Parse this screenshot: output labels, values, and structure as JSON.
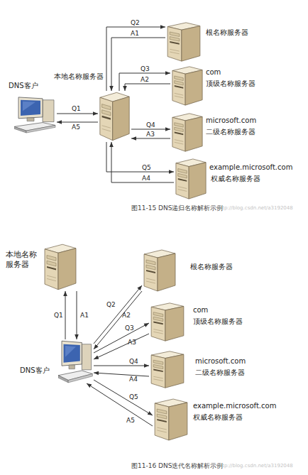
{
  "diagram": {
    "nodes": [
      {
        "text": [
          "DNS客户"
        ]
      },
      {
        "text": [
          "本地名称服务器"
        ]
      },
      {
        "text": [
          "根名称服务器"
        ]
      },
      {
        "text": [
          "com",
          "顶级名称服务器"
        ]
      },
      {
        "text": [
          "microsoft.com",
          "二级名称服务器"
        ]
      },
      {
        "text": [
          "example.microsoft.com",
          "权威名称服务器"
        ]
      },
      {
        "text": [
          "本地名称 服务器"
        ]
      },
      {
        "text": [
          "DNS客户"
        ]
      },
      {
        "text": [
          "根名称服务器"
        ]
      },
      {
        "text": [
          "com",
          "顶级名称服务器"
        ]
      },
      {
        "text": [
          "microsoft.com",
          "二级名称服务器"
        ]
      },
      {
        "text": [
          "example.microsoft.com",
          "权威名称服务器"
        ]
      }
    ],
    "edges": [
      {
        "from": 0,
        "to": 1,
        "label": "Q1",
        "arrow": "to"
      },
      {
        "from": 1,
        "to": 0,
        "label": "A5",
        "arrow": "to"
      },
      {
        "from": 1,
        "to": 2,
        "label": "Q2",
        "arrow": "to"
      },
      {
        "from": 2,
        "to": 1,
        "label": "A1",
        "arrow": "to"
      },
      {
        "from": 1,
        "to": 3,
        "label": "Q3",
        "arrow": "to"
      },
      {
        "from": 3,
        "to": 1,
        "label": "A2",
        "arrow": "to"
      },
      {
        "from": 1,
        "to": 4,
        "label": "Q4",
        "arrow": "to"
      },
      {
        "from": 4,
        "to": 1,
        "label": "A3",
        "arrow": "to"
      },
      {
        "from": 1,
        "to": 5,
        "label": "Q5",
        "arrow": "to"
      },
      {
        "from": 5,
        "to": 1,
        "label": "A4",
        "arrow": "to"
      },
      {
        "from": 7,
        "to": 6,
        "label": "Q1",
        "arrow": "to"
      },
      {
        "from": 6,
        "to": 7,
        "label": "A1",
        "arrow": "to"
      },
      {
        "from": 7,
        "to": 8,
        "label": "Q2",
        "arrow": "to"
      },
      {
        "from": 8,
        "to": 7,
        "label": "A2",
        "arrow": "to"
      },
      {
        "from": 7,
        "to": 9,
        "label": "Q3",
        "arrow": "to"
      },
      {
        "from": 9,
        "to": 7,
        "label": "A3",
        "arrow": "to"
      },
      {
        "from": 7,
        "to": 10,
        "label": "Q4",
        "arrow": "to"
      },
      {
        "from": 10,
        "to": 7,
        "label": "A4",
        "arrow": "to"
      },
      {
        "from": 7,
        "to": 11,
        "label": "Q5",
        "arrow": "to"
      },
      {
        "from": 11,
        "to": 7,
        "label": "A5",
        "arrow": "to"
      }
    ],
    "labels": [
      "图11-15 DNS递归名称解析示例",
      "http://blog.csdn.net/a3192048",
      "图11-16 DNS迭代名称解析示例",
      "http://blog.csdn.net/a3192048"
    ]
  }
}
